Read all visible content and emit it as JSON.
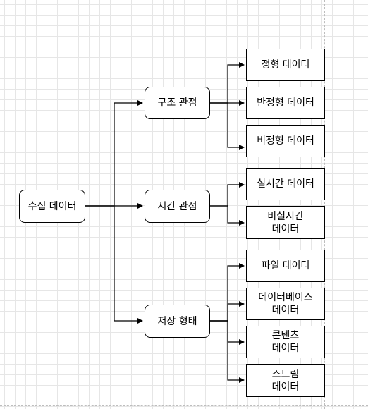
{
  "diagram": {
    "root": {
      "label": "수집 데이터"
    },
    "categories": [
      {
        "id": "structure",
        "label": "구조 관점"
      },
      {
        "id": "time",
        "label": "시간 관점"
      },
      {
        "id": "storage",
        "label": "저장 형태"
      }
    ],
    "leaves": {
      "structure": [
        "정형 데이터",
        "반정형 데이터",
        "비정형 데이터"
      ],
      "time": [
        "실시간 데이터",
        "비실시간\n데이터"
      ],
      "storage": [
        "파일 데이터",
        "데이터베이스\n데이터",
        "콘텐츠\n데이터",
        "스트림\n데이터"
      ]
    },
    "colors": {
      "line": "#000000",
      "node_border": "#000000",
      "node_fill": "#ffffff",
      "grid": "#e6e6e6"
    }
  }
}
